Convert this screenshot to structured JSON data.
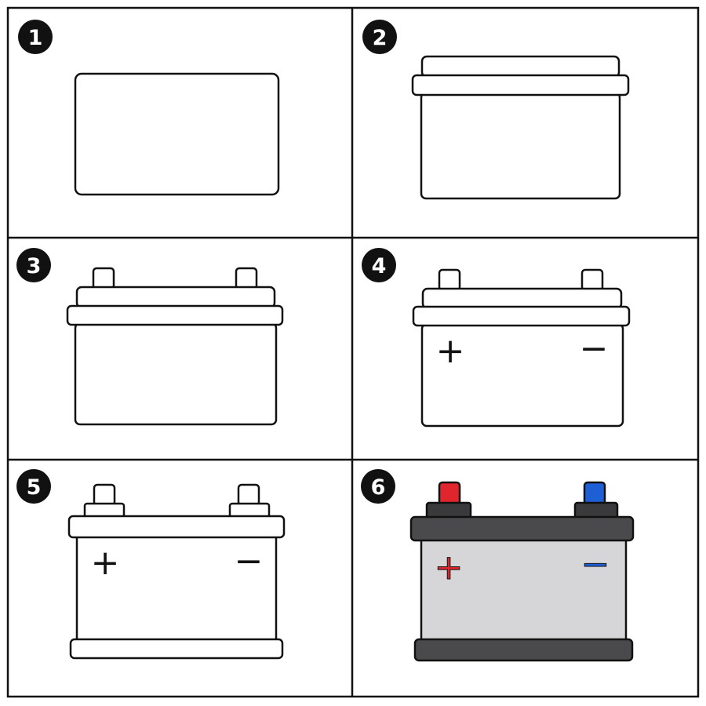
{
  "steps": [
    {
      "number": "1"
    },
    {
      "number": "2"
    },
    {
      "number": "3"
    },
    {
      "number": "4",
      "positive_symbol": "+",
      "negative_symbol": "−"
    },
    {
      "number": "5",
      "positive_symbol": "+",
      "negative_symbol": "−"
    },
    {
      "number": "6",
      "positive_symbol": "+",
      "negative_symbol": "−"
    }
  ],
  "colors": {
    "outline": "#111111",
    "badge": "#111111",
    "lid": "#4a4a4c",
    "base": "#4a4a4c",
    "terminal_base": "#3a3a3c",
    "body_fill": "#d6d6d8",
    "positive_cap": "#e0262c",
    "negative_cap": "#1f5fd6",
    "positive_sign": "#e0262c",
    "negative_sign": "#1f5fd6"
  }
}
